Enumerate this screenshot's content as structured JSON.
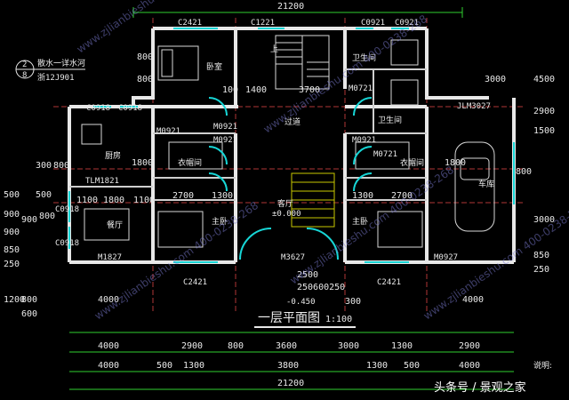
{
  "rooms": {
    "bedroom_top": "卧室",
    "bath1": "卫生间",
    "stair": "上",
    "bath2": "卫生间",
    "hall": "过道",
    "kitchen": "厨房",
    "closet_left": "衣帽间",
    "closet_right": "衣帽间",
    "living": "客厅",
    "living_elev": "±0.000",
    "master_left": "主卧",
    "master_right": "主卧",
    "dining": "餐厅",
    "garage": "车库"
  },
  "tags": {
    "c2421_top": "C2421",
    "c1221": "C1221",
    "c0921_top": "C0921",
    "c0921_top2": "C0921",
    "m0721_a": "M0721",
    "m0721_b": "M0721",
    "m0921_a": "M0921",
    "m0921_b": "M0921",
    "m0921_c": "M0921",
    "m0921_d": "M0921",
    "c0918_a": "C0918",
    "c0918_b": "C0918",
    "c0918_c": "C0918",
    "c0918_d": "C0918",
    "tlm1821": "TLM1821",
    "m1827": "M1827",
    "m3627": "M3627",
    "m0927": "M0927",
    "c2421_bl": "C2421",
    "c2421_br": "C2421",
    "jlm3027": "JLM3027",
    "elev_outdoor": "-0.450",
    "note_box_num_a": "2",
    "note_box_num_b": "8",
    "note_box_text": "散水一详水河",
    "note_box_ref": "浙12J901"
  },
  "dims": {
    "top_21200": "21200",
    "d800a": "800",
    "d800b": "800",
    "d1400": "1400",
    "d3700": "3700",
    "d100": "100",
    "d3000": "3000",
    "d4500": "4500",
    "d1500": "1500",
    "d2900": "2900",
    "d300a": "300",
    "d800c": "800",
    "d1800a": "1800",
    "d1800b": "1800",
    "d1100a": "1100",
    "d1800c": "1800",
    "d1100b": "1100",
    "d2700a": "2700",
    "d1300a": "1300",
    "d1300b": "1300",
    "d2700b": "2700",
    "d500a": "500",
    "d900a": "900",
    "d900b": "900",
    "d850a": "850",
    "d250a": "250",
    "d800d": "800",
    "d500b": "500",
    "d900c": "900",
    "d3000b": "3000",
    "d800e": "800",
    "d850b": "850",
    "d250b": "250",
    "d2500": "2500",
    "d600250": "250600250",
    "d300b": "300",
    "d800f": "800",
    "d600": "600",
    "d1200": "1200",
    "b1_4000a": "4000",
    "b1_4000b": "4000",
    "b2_4000": "4000",
    "b2_2900a": "2900",
    "b2_800": "800",
    "b2_3600": "3600",
    "b2_3000": "3000",
    "b2_1300": "1300",
    "b2_2900b": "2900",
    "b3_4000": "4000",
    "b3_500a": "500",
    "b3_1300a": "1300",
    "b3_3800": "3800",
    "b3_1300b": "1300",
    "b3_500b": "500",
    "b3_4000b": "4000",
    "b4_21200": "21200",
    "note_label": "说明:"
  },
  "title": "一层平面图",
  "title_scale": "1:100",
  "watermark": "www.zjlianbieshu.com  400-0238-268",
  "footer": "头条号 / 景观之家",
  "colors": {
    "wall": "#e8e8e8",
    "dim": "#2fd12f",
    "window": "#17d6d6",
    "axis": "#dd4444"
  }
}
